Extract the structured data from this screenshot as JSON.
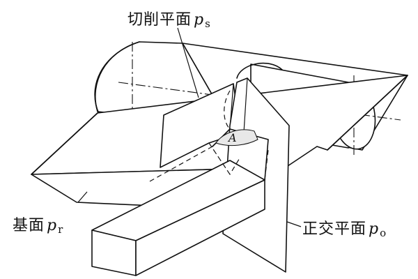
{
  "labels": {
    "cutting_plane": {
      "text": "切削平面",
      "symbol": "p",
      "subscript": "s"
    },
    "base_plane": {
      "text": "基面",
      "symbol": "p",
      "subscript": "r"
    },
    "orthogonal_plane": {
      "text": "正交平面",
      "symbol": "p",
      "subscript": "o"
    },
    "point": "A"
  }
}
